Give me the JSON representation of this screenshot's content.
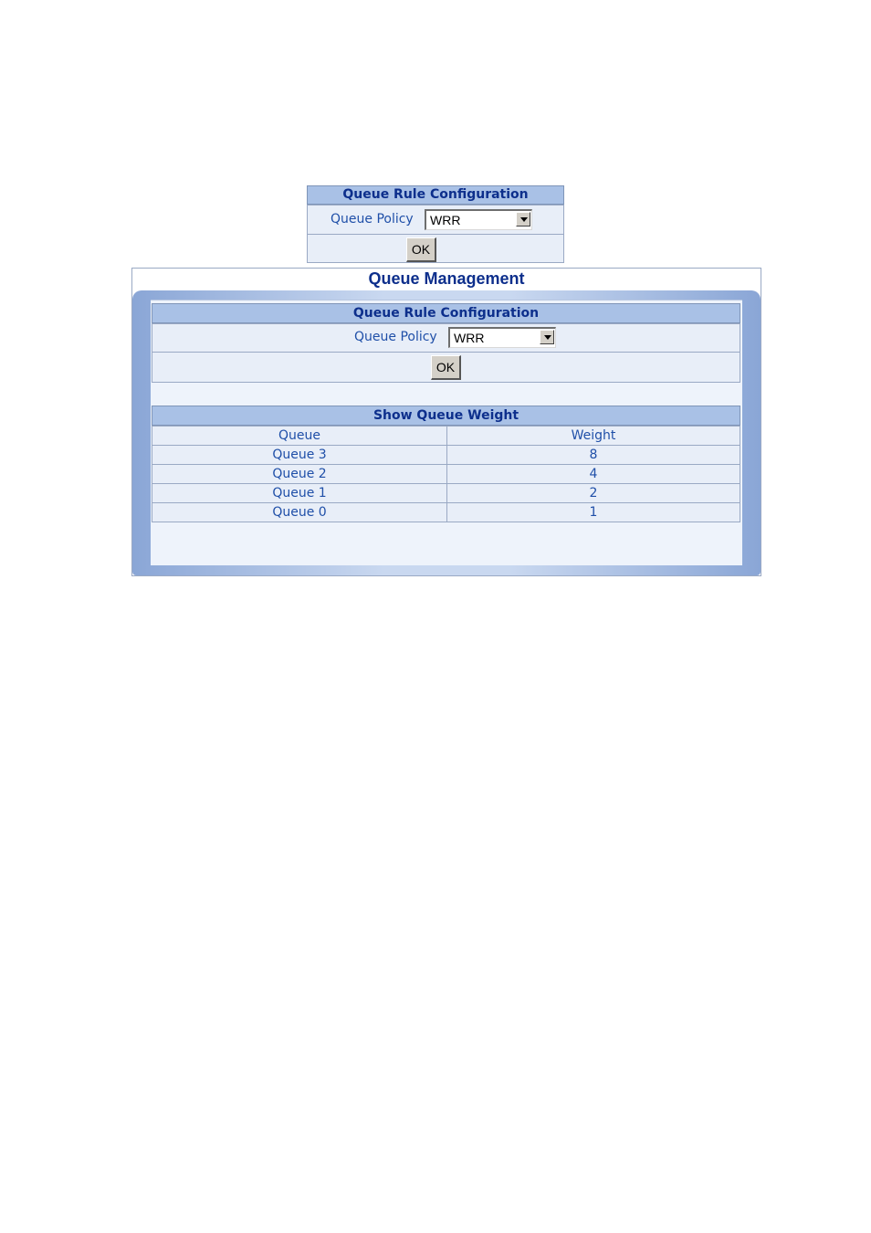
{
  "small_form": {
    "header": "Queue Rule Configuration",
    "policy_label": "Queue Policy",
    "policy_value": "WRR",
    "ok_label": "OK"
  },
  "panel": {
    "title": "Queue Management",
    "form": {
      "header": "Queue Rule Configuration",
      "policy_label": "Queue Policy",
      "policy_value": "WRR",
      "ok_label": "OK"
    },
    "weights": {
      "header": "Show Queue Weight",
      "col_queue": "Queue",
      "col_weight": "Weight",
      "rows": [
        {
          "queue": "Queue 3",
          "weight": "8"
        },
        {
          "queue": "Queue 2",
          "weight": "4"
        },
        {
          "queue": "Queue 1",
          "weight": "2"
        },
        {
          "queue": "Queue 0",
          "weight": "1"
        }
      ]
    }
  }
}
